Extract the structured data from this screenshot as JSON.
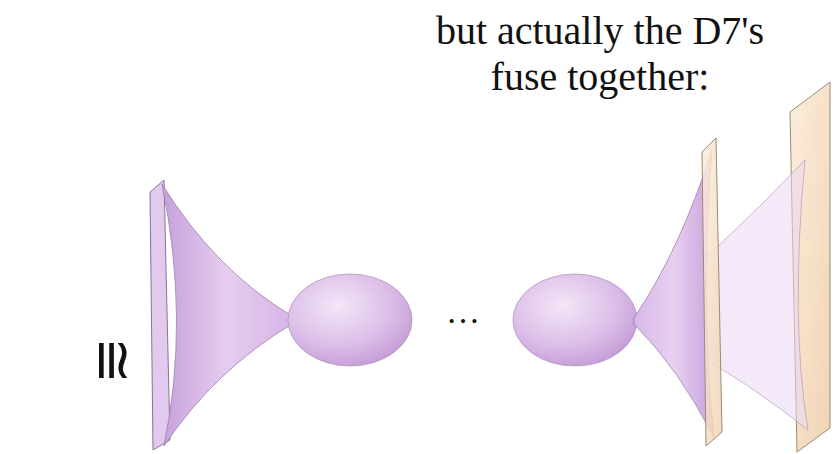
{
  "diagram": {
    "title": "but actually the D7's fuse together:",
    "labels": [
      "≅",
      "…"
    ]
  }
}
